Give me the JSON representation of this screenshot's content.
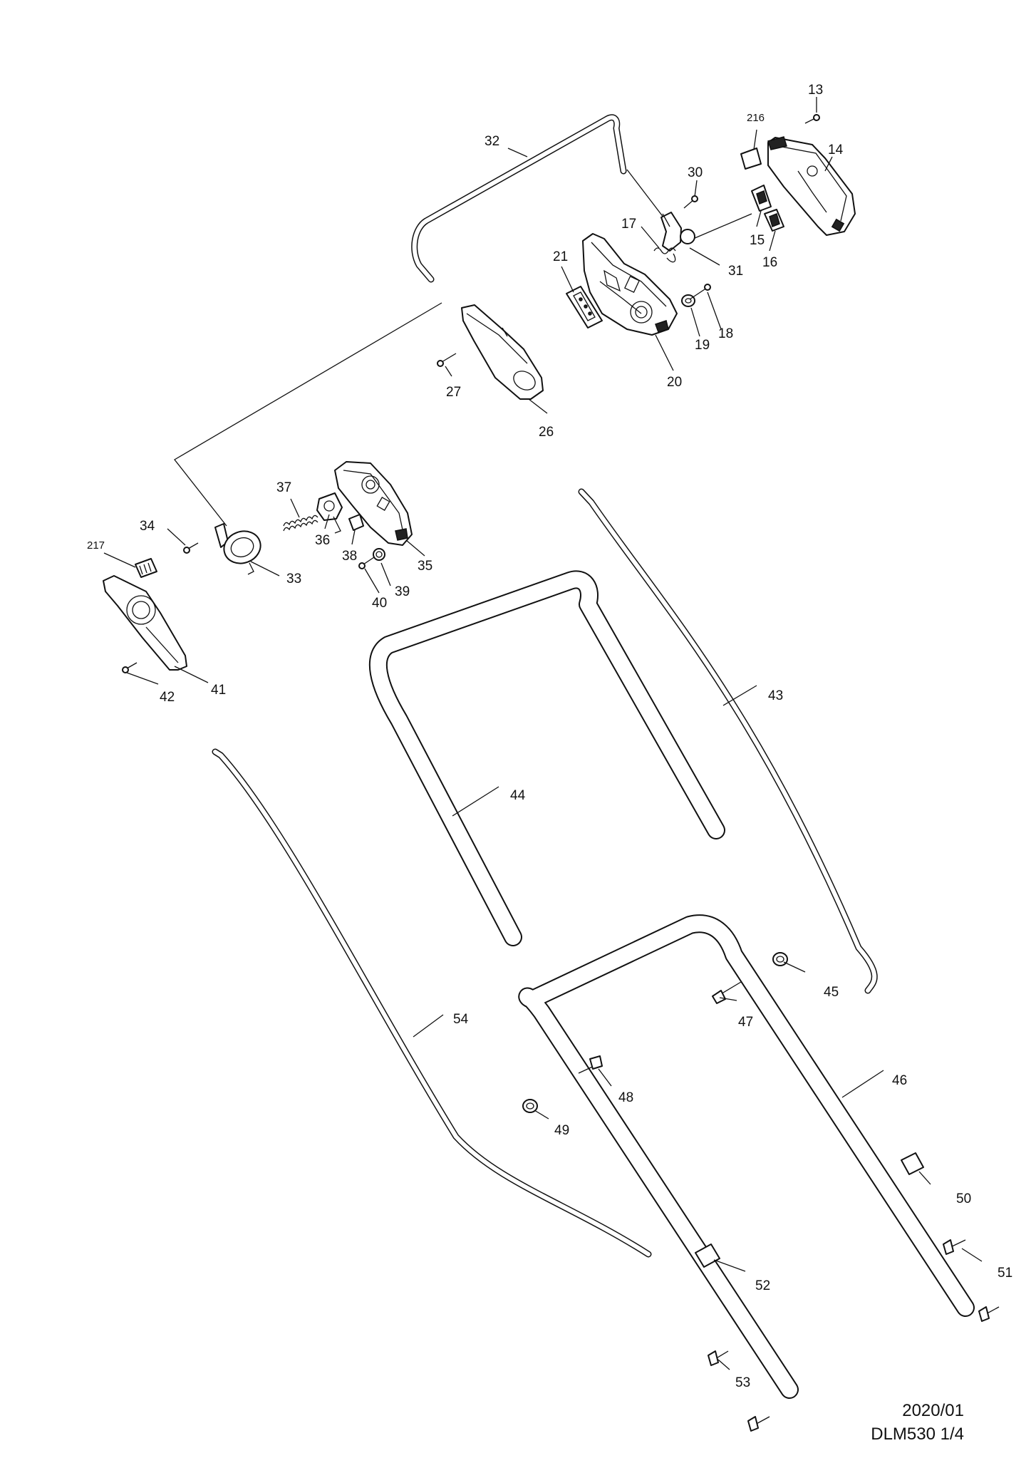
{
  "footer": {
    "date": "2020/01",
    "model_page": "DLM530 1/4"
  },
  "labels": {
    "p13": "13",
    "p14": "14",
    "p15": "15",
    "p16": "16",
    "p17": "17",
    "p18": "18",
    "p19": "19",
    "p20": "20",
    "p21": "21",
    "p26": "26",
    "p27": "27",
    "p30": "30",
    "p31": "31",
    "p32": "32",
    "p33": "33",
    "p34": "34",
    "p35": "35",
    "p36": "36",
    "p37": "37",
    "p38": "38",
    "p39": "39",
    "p40": "40",
    "p41": "41",
    "p42": "42",
    "p43": "43",
    "p44": "44",
    "p45": "45",
    "p46": "46",
    "p47": "47",
    "p48": "48",
    "p49": "49",
    "p50": "50",
    "p51": "51",
    "p52": "52",
    "p53": "53",
    "p54": "54",
    "p216": "216",
    "p217": "217"
  }
}
